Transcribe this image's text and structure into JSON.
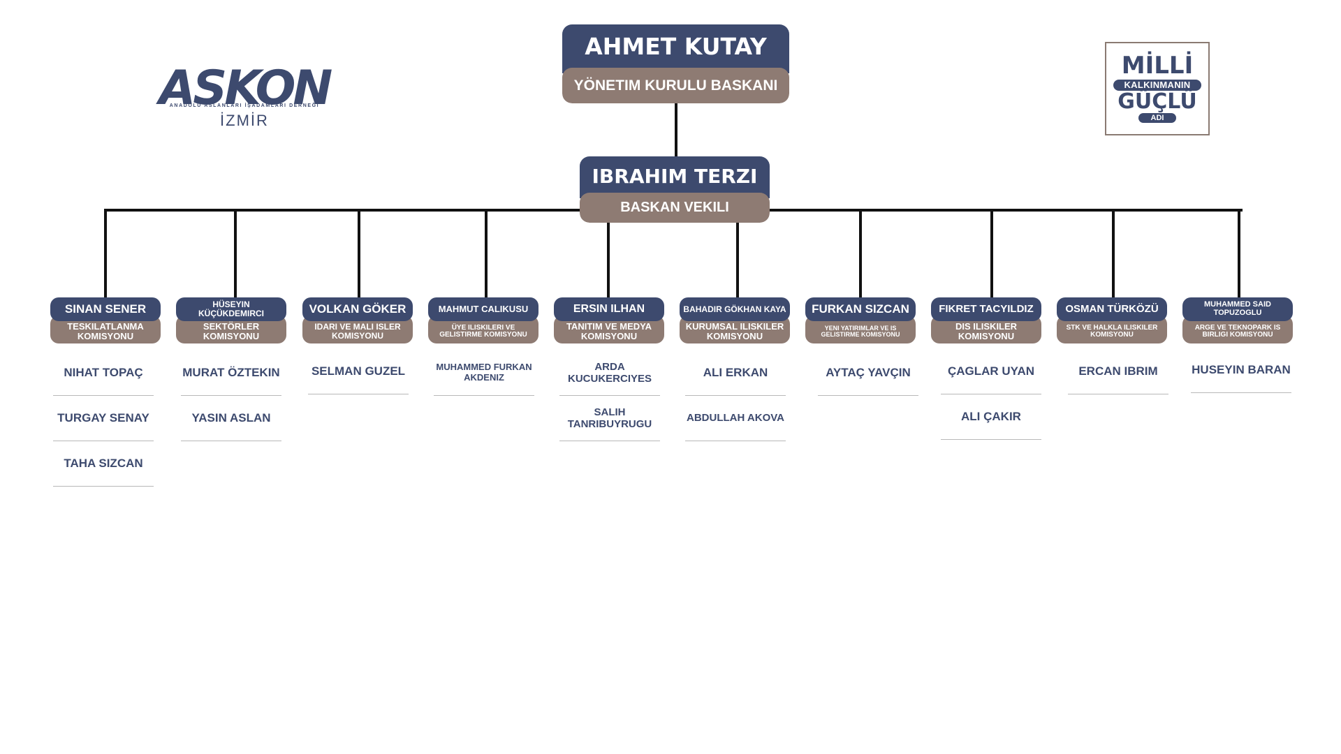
{
  "logos": {
    "askon_word": "ASKON",
    "askon_tagline": "ANADOLU ASLANLARI İŞADAMLARI DERNEĞİ",
    "askon_city": "İZMİR",
    "milli_line1": "MİLLİ",
    "milli_line2": "KALKINMANIN",
    "milli_line3": "GÜÇLÜ",
    "milli_line4": "ADI"
  },
  "chairman": {
    "name": "AHMET KUTAY",
    "role": "YÖNETIM KURULU BASKANI"
  },
  "vice": {
    "name": "IBRAHIM TERZI",
    "role": "BASKAN VEKILI"
  },
  "committees": [
    {
      "name": "SINAN SENER",
      "role": "TESKILATLANMA KOMISYONU",
      "members": [
        "NIHAT TOPAÇ",
        "TURGAY SENAY",
        "TAHA SIZCAN"
      ]
    },
    {
      "name": "HÜSEYIN KÜÇÜKDEMIRCI",
      "role": "SEKTÖRLER KOMISYONU",
      "members": [
        "MURAT ÖZTEKIN",
        "YASIN ASLAN"
      ]
    },
    {
      "name": "VOLKAN GÖKER",
      "role": "IDARI VE MALI ISLER KOMISYONU",
      "members": [
        "SELMAN GUZEL"
      ]
    },
    {
      "name": "MAHMUT CALIKUSU",
      "role": "ÜYE ILISKILERI VE GELISTIRME KOMISYONU",
      "members": [
        "MUHAMMED FURKAN AKDENIZ"
      ]
    },
    {
      "name": "ERSIN ILHAN",
      "role": "TANITIM VE MEDYA KOMISYONU",
      "members": [
        "ARDA KUCUKERCIYES",
        "SALIH TANRIBUYRUGU"
      ]
    },
    {
      "name": "BAHADIR GÖKHAN KAYA",
      "role": "KURUMSAL ILISKILER KOMISYONU",
      "members": [
        "ALI ERKAN",
        "ABDULLAH AKOVA"
      ]
    },
    {
      "name": "FURKAN SIZCAN",
      "role": "YENI YATIRIMLAR VE IS GELISTIRME KOMISYONU",
      "members": [
        "AYTAÇ YAVÇIN"
      ]
    },
    {
      "name": "FIKRET TACYILDIZ",
      "role": "DIS ILISKILER KOMISYONU",
      "members": [
        "ÇAGLAR UYAN",
        "ALI ÇAKIR"
      ]
    },
    {
      "name": "OSMAN TÜRKÖZÜ",
      "role": "STK VE HALKLA ILISKILER KOMISYONU",
      "members": [
        "ERCAN IBRIM"
      ]
    },
    {
      "name": "MUHAMMED SAID TOPUZOGLU",
      "role": "ARGE VE TEKNOPARK IS BIRLIGI KOMISYONU",
      "members": [
        "HUSEYIN BARAN"
      ]
    }
  ]
}
